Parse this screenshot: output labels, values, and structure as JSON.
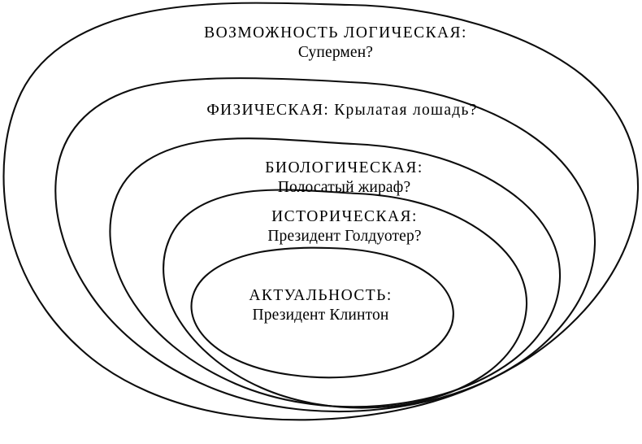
{
  "diagram": {
    "title": "Вложенные круги возможности",
    "background_color": "#ffffff",
    "stroke_color": "#0d0d0d",
    "rings": [
      {
        "index": 0,
        "name": "logical-possibility",
        "heading": "ВОЗМОЖНОСТЬ ЛОГИЧЕСКАЯ:",
        "example": "Супермен?",
        "lines": 2
      },
      {
        "index": 1,
        "name": "physical-possibility",
        "heading": "ФИЗИЧЕСКАЯ: Крылатая лошадь?",
        "example": "",
        "lines": 1
      },
      {
        "index": 2,
        "name": "biological-possibility",
        "heading": "БИОЛОГИЧЕСКАЯ:",
        "example": "Полосатый жираф?",
        "lines": 2
      },
      {
        "index": 3,
        "name": "historical-possibility",
        "heading": "ИСТОРИЧЕСКАЯ:",
        "example": "Президент Голдуотер?",
        "lines": 2
      },
      {
        "index": 4,
        "name": "actuality",
        "heading": "АКТУАЛЬНОСТЬ:",
        "example": "Президент Клинтон",
        "lines": 2
      }
    ]
  }
}
